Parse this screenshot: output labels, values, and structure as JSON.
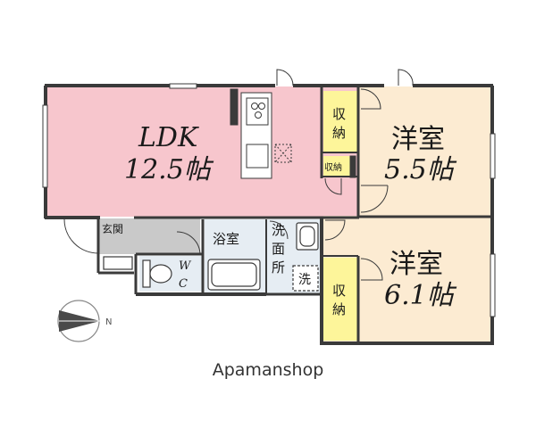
{
  "colors": {
    "ldk": "#f7c6cd",
    "western": "#fcebd2",
    "storage": "#fdf59a",
    "wet": "#e6edf3",
    "entrance": "#c9c9c9",
    "wall": "#3a3a3a"
  },
  "rooms": {
    "ldk": {
      "name": "LDK",
      "size": "12.5帖"
    },
    "room1": {
      "name": "洋室",
      "size": "5.5帖"
    },
    "room2": {
      "name": "洋室",
      "size": "6.1帖"
    },
    "storage1": {
      "chars": [
        "収",
        "納"
      ]
    },
    "storage_small": {
      "label": "収納"
    },
    "storage2": {
      "chars": [
        "収",
        "納"
      ]
    },
    "entrance": {
      "label": "玄関"
    },
    "bath": {
      "label": "浴室"
    },
    "washroom": {
      "chars": [
        "洗",
        "面",
        "所"
      ]
    },
    "washer": {
      "label": "洗"
    },
    "wc": {
      "chars": [
        "W",
        "C"
      ]
    }
  },
  "compass": {
    "label": "N",
    "icon": "north-arrow-icon"
  },
  "brand": {
    "text": "Apamanshop"
  }
}
